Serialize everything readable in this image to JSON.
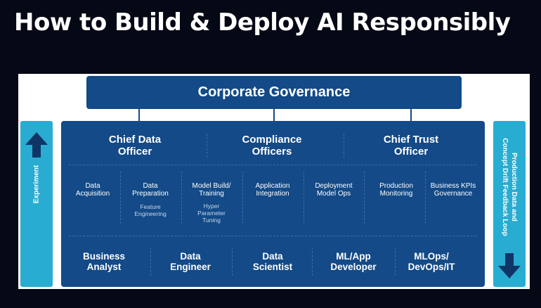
{
  "title": "How to Build & Deploy AI Responsibly",
  "governance": "Corporate Governance",
  "side_left": "Experiment",
  "side_right": [
    "Production Data and",
    "Concept Drift Feedback Loop"
  ],
  "officers": [
    [
      "Chief Data",
      "Officer"
    ],
    [
      "Compliance",
      "Officers"
    ],
    [
      "Chief Trust",
      "Officer"
    ]
  ],
  "tasks": [
    {
      "label": [
        "Data",
        "Acquisition"
      ],
      "sub": []
    },
    {
      "label": [
        "Data",
        "Preparation"
      ],
      "sub": [
        "Feature",
        "Engineering"
      ]
    },
    {
      "label": [
        "Model Build/",
        "Training"
      ],
      "sub": [
        "Hyper",
        "Parameter",
        "Tuning"
      ]
    },
    {
      "label": [
        "Application",
        "Integration"
      ],
      "sub": []
    },
    {
      "label": [
        "Deployment",
        "Model Ops"
      ],
      "sub": []
    },
    {
      "label": [
        "Production",
        "Monitoring"
      ],
      "sub": []
    },
    {
      "label": [
        "Business KPIs",
        "Governance"
      ],
      "sub": []
    }
  ],
  "roles": [
    [
      "Business",
      "Analyst"
    ],
    [
      "Data",
      "Engineer"
    ],
    [
      "Data",
      "Scientist"
    ],
    [
      "ML/App",
      "Developer"
    ],
    [
      "MLOps/",
      "DevOps/IT"
    ]
  ],
  "colors": {
    "background": "#050815",
    "dark_blue": "#134a87",
    "light_blue": "#29acd1",
    "arrow_navy": "#0f3566"
  },
  "icons": [
    "arrow-up-icon",
    "arrow-down-icon"
  ]
}
